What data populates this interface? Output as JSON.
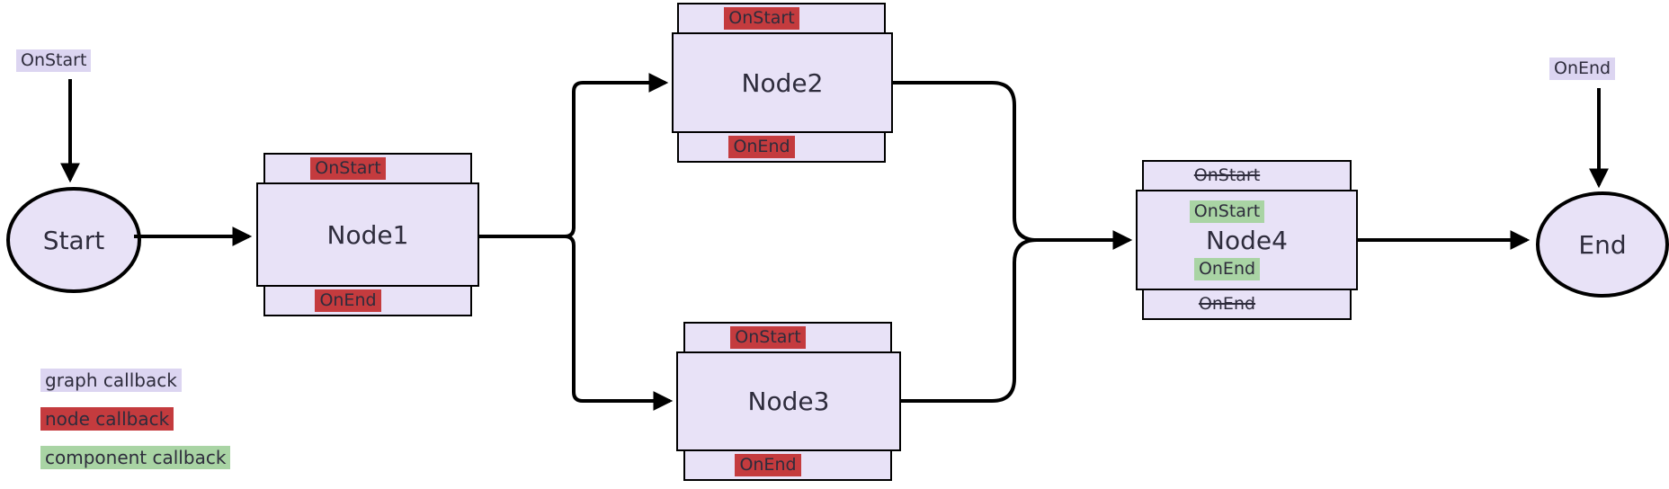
{
  "colors": {
    "shape_fill": "#e8e2f7",
    "graph_cb": "#dcd5f1",
    "node_cb": "#c43b3e",
    "comp_cb": "#a9d4a4",
    "text": "#2e2c3c",
    "edge": "#000000"
  },
  "terminals": {
    "start": "Start",
    "end": "End"
  },
  "graph_callbacks": {
    "on_start": "OnStart",
    "on_end": "OnEnd"
  },
  "nodes": [
    {
      "title": "Node1",
      "on_start": "OnStart",
      "on_end": "OnEnd"
    },
    {
      "title": "Node2",
      "on_start": "OnStart",
      "on_end": "OnEnd"
    },
    {
      "title": "Node3",
      "on_start": "OnStart",
      "on_end": "OnEnd"
    },
    {
      "title": "Node4",
      "on_start": "OnStart",
      "on_end": "OnEnd",
      "inner_on_start": "OnStart",
      "inner_on_end": "OnEnd"
    }
  ],
  "legend": {
    "items": [
      {
        "label": "graph callback"
      },
      {
        "label": "node callback"
      },
      {
        "label": "component callback"
      }
    ]
  }
}
